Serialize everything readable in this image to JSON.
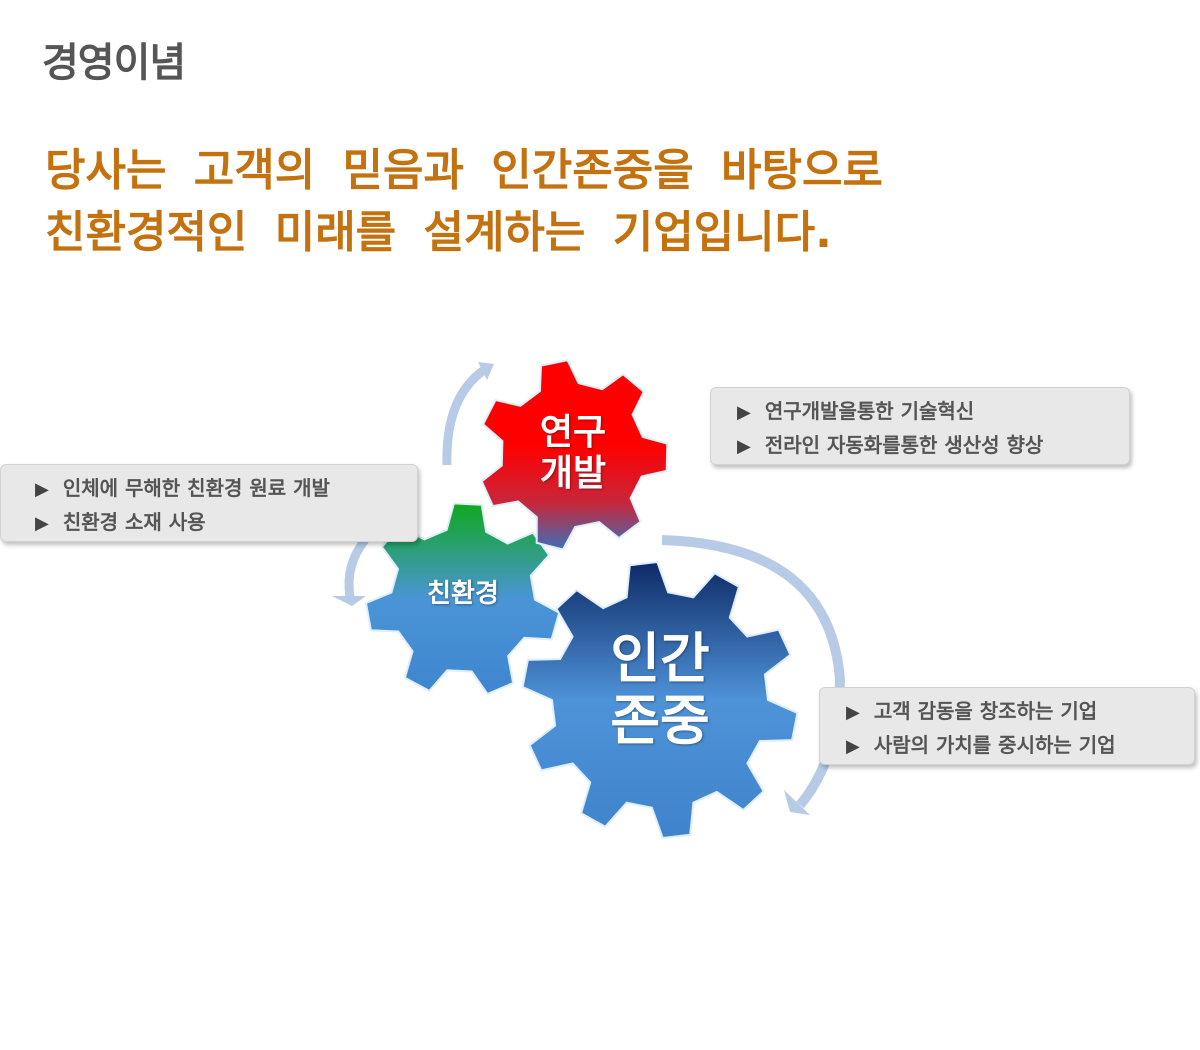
{
  "page": {
    "title": "경영이념",
    "headline": [
      "당사는 고객의 믿음과 인간존중을 바탕으로",
      "친환경적인 미래를 설계하는 기업입니다."
    ]
  },
  "gears": [
    {
      "id": "rnd",
      "label": [
        "연구",
        "개발"
      ],
      "color_top": "#ff0000",
      "color_bottom": "#3d6fb8"
    },
    {
      "id": "eco",
      "label": [
        "친환경"
      ],
      "color_top": "#10a81e",
      "color_bottom": "#4a90d8"
    },
    {
      "id": "human",
      "label": [
        "인간",
        "존중"
      ],
      "color_top": "#0e2a66",
      "color_bottom": "#4f95db"
    }
  ],
  "boxes": {
    "rnd": [
      "연구개발을통한 기술혁신",
      "전라인 자동화를통한 생산성 향상"
    ],
    "eco": [
      "인체에 무해한 친환경 원료 개발",
      "친환경 소재 사용"
    ],
    "human": [
      "고객 감동을 창조하는 기업",
      "사람의 가치를 중시하는 기업"
    ]
  },
  "icons": {
    "bullet": "▶"
  },
  "colors": {
    "headline": "#c3720f",
    "title": "#555555",
    "arrow": "#b7cbe6"
  }
}
